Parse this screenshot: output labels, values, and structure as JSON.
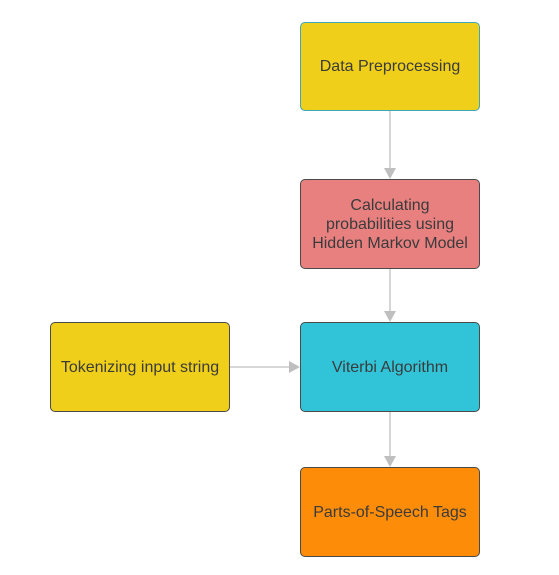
{
  "colors": {
    "yellow": "#efcf1a",
    "red": "#e88080",
    "cyan": "#31c4d8",
    "orange": "#fd8c09",
    "edge": "#bfbfbf"
  },
  "nodes": {
    "data_preprocessing": "Data Preprocessing",
    "calculating_probabilities": "Calculating\nprobabilities using\nHidden Markov Model",
    "viterbi_algorithm": "Viterbi Algorithm",
    "tokenizing_input": "Tokenizing input string",
    "pos_tags": "Parts-of-Speech Tags"
  }
}
